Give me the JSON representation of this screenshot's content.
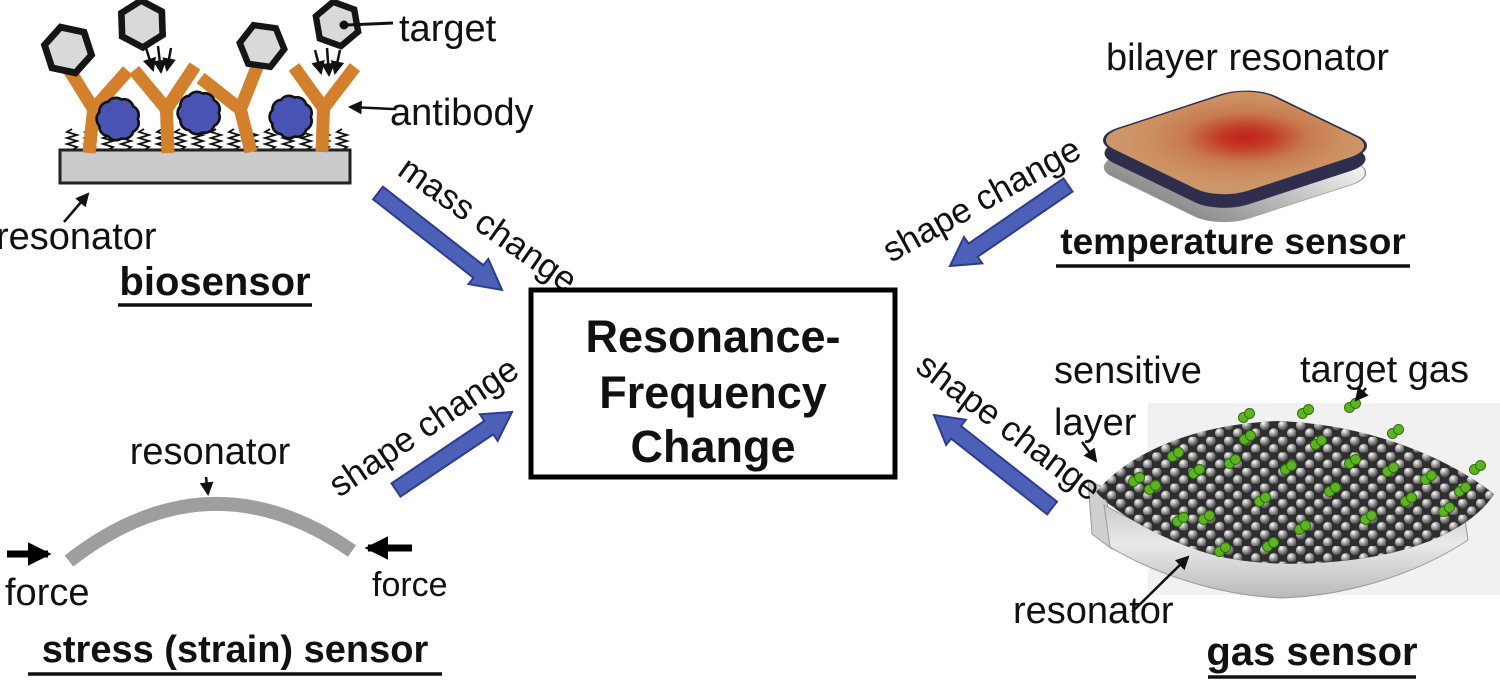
{
  "figure": {
    "center_box": {
      "lines": [
        "Resonance-",
        "Frequency",
        "Change"
      ]
    },
    "arrow_labels": {
      "mass_change": "mass change",
      "shape_change_temperature": "shape change",
      "shape_change_stress": "shape change",
      "shape_change_gas": "shape change"
    },
    "biosensor": {
      "title": "biosensor",
      "target_label": "target",
      "antibody_label": "antibody",
      "resonator_label": "resonator"
    },
    "temperature_sensor": {
      "title": "temperature sensor",
      "bilayer_resonator_label": "bilayer resonator"
    },
    "stress_sensor": {
      "title": "stress (strain) sensor",
      "resonator_label": "resonator",
      "force_left_label": "force",
      "force_right_label": "force"
    },
    "gas_sensor": {
      "title": "gas sensor",
      "sensitive_layer_line1": "sensitive",
      "sensitive_layer_line2": "layer",
      "target_gas_label": "target gas",
      "resonator_label": "resonator"
    },
    "colors": {
      "arrow_blue": "#4c60b7",
      "antibody_orange": "#d3802c",
      "analyte_blue": "#4953b3",
      "hexagon_gray": "#d9d9d9",
      "resonator_gray": "#cbcbcb",
      "target_gas_green": "#5ab520",
      "plate_hot_center": "#bf2317",
      "plate_surface_tan": "#cd9668"
    }
  }
}
